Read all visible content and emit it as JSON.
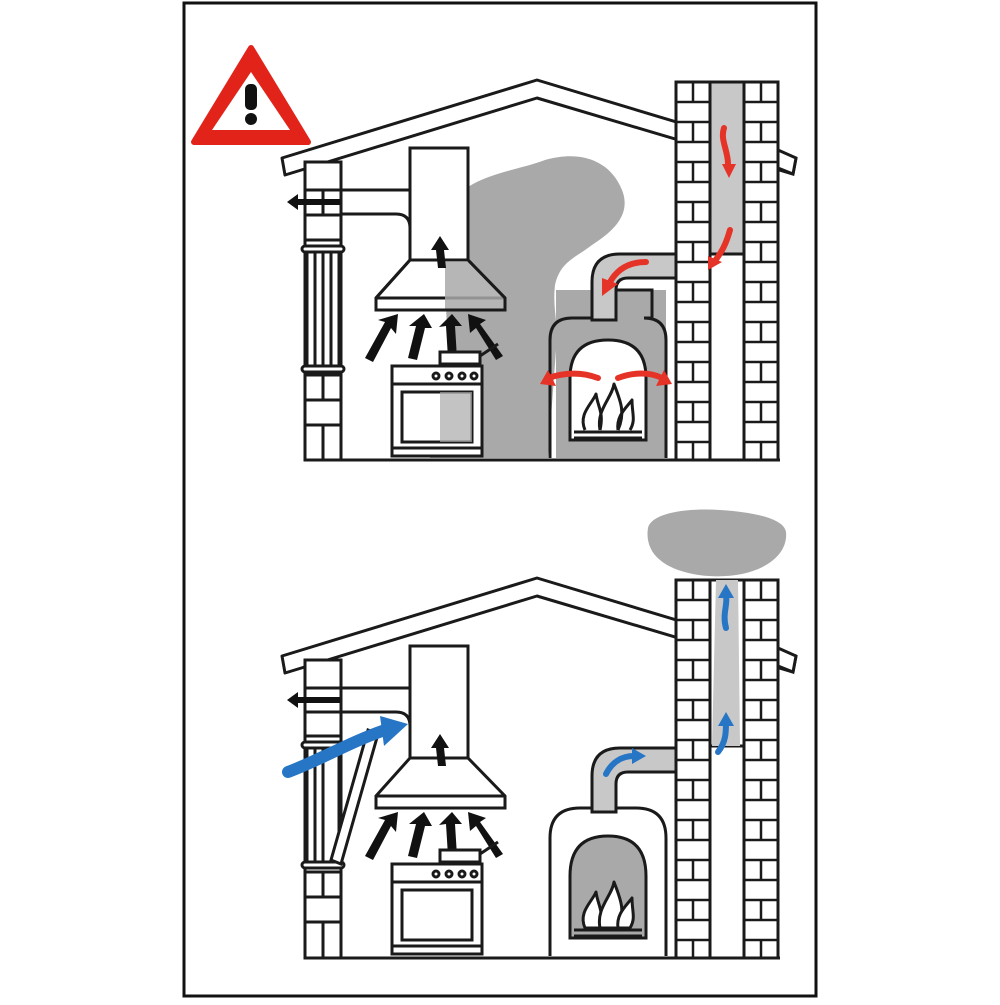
{
  "figure": {
    "frame_color": "#111111",
    "line_color": "#1a1a1a",
    "smoke_color": "#a9a9a9",
    "flue_fill": "#c8c8c8",
    "danger_arrow_color": "#e53327",
    "safe_arrow_color": "#2776c6",
    "warning_color": "#e2231a"
  },
  "panels": [
    {
      "id": "top",
      "state": "danger",
      "icons": [
        "warning-triangle-icon",
        "fire-icon",
        "stove-icon",
        "range-hood-icon"
      ],
      "flow": "backdraft"
    },
    {
      "id": "bottom",
      "state": "safe",
      "icons": [
        "fire-icon",
        "stove-icon",
        "range-hood-icon",
        "open-window-icon"
      ],
      "flow": "updraft"
    }
  ]
}
